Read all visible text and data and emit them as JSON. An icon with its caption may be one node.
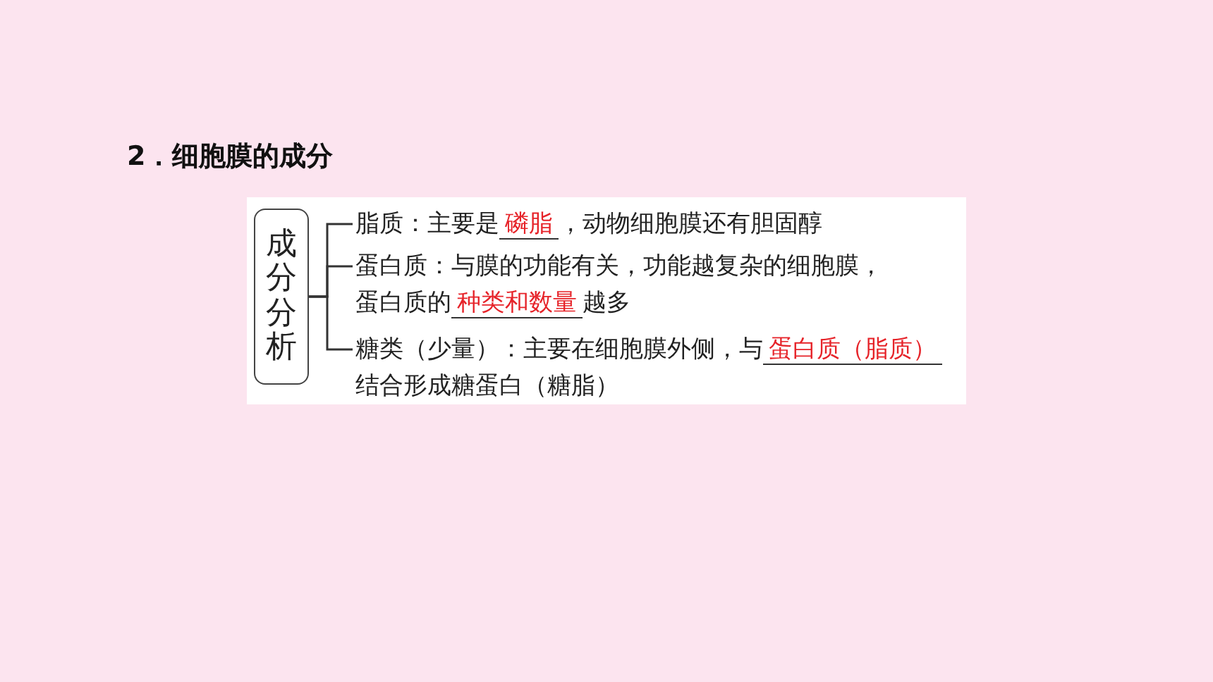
{
  "diagram": {
    "title": "2．细胞膜的成分",
    "nodes": [
      {
        "text": [
          "成分分析"
        ]
      },
      {
        "text": [
          "脂质：主要是**磷脂**，动物细胞膜还有胆固醇"
        ]
      },
      {
        "text": [
          "蛋白质：与膜的功能有关，功能越复杂的细胞膜，蛋白质的**种类和数量**越多"
        ]
      },
      {
        "text": [
          "糖类（少量）：主要在细胞膜外侧，与**蛋白质（脂质）**结合形成糖蛋白（糖脂）"
        ]
      }
    ],
    "edges": [
      {
        "from": 0,
        "to": 1,
        "arrow": "none"
      },
      {
        "from": 0,
        "to": 2,
        "arrow": "none"
      },
      {
        "from": 0,
        "to": 3,
        "arrow": "none"
      }
    ]
  }
}
